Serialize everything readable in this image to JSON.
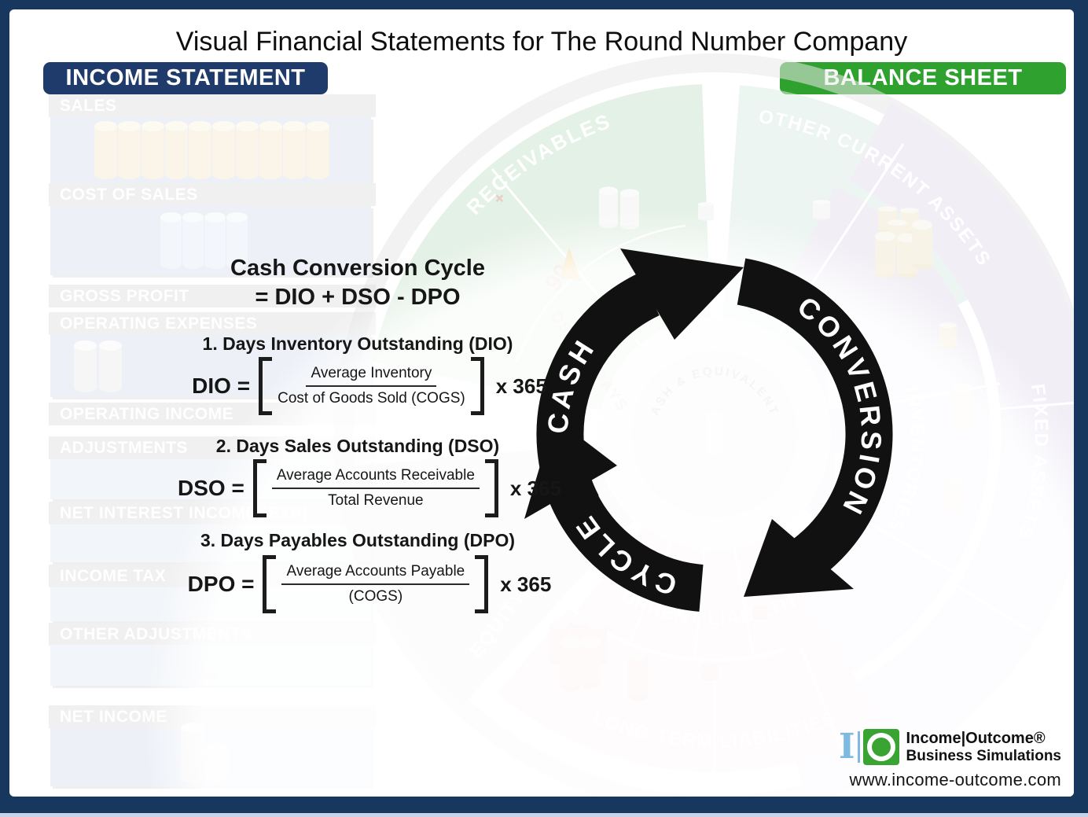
{
  "title": "Visual Financial Statements for The Round Number Company",
  "banners": {
    "income_statement": "INCOME STATEMENT",
    "balance_sheet": "BALANCE SHEET"
  },
  "income_statement": {
    "rows": [
      {
        "label": "SALES",
        "cylinders": 10
      },
      {
        "label": "COST OF SALES",
        "cylinders": 4
      },
      {
        "label": "GROSS PROFIT",
        "cylinders": 0
      },
      {
        "label": "OPERATING EXPENSES",
        "cylinders": 2
      },
      {
        "label": "OPERATING INCOME",
        "cylinders": 0
      },
      {
        "label": "ADJUSTMENTS",
        "cylinders": 0
      },
      {
        "label": "NET INTEREST INCOME (EXP)",
        "cylinders": 0
      },
      {
        "label": "INCOME TAX",
        "cylinders": 0
      },
      {
        "label": "OTHER ADJUSTMENTS",
        "cylinders": 0
      },
      {
        "label": "NET INCOME",
        "cylinders": 2
      }
    ]
  },
  "formulas": {
    "heading_line1": "Cash Conversion Cycle",
    "heading_line2": "= DIO + DSO - DPO",
    "items": [
      {
        "number_title": "1. Days Inventory Outstanding (DIO)",
        "lhs": "DIO =",
        "numerator": "Average Inventory",
        "denominator": "Cost of Goods Sold (COGS)",
        "multiplier": "x 365"
      },
      {
        "number_title": "2. Days Sales Outstanding (DSO)",
        "lhs": "DSO =",
        "numerator": "Average Accounts Receivable",
        "denominator": "Total Revenue",
        "multiplier": "x 365"
      },
      {
        "number_title": "3. Days Payables Outstanding (DPO)",
        "lhs": "DPO =",
        "numerator": "Average Accounts Payable",
        "denominator": "(COGS)",
        "multiplier": "x 365"
      }
    ]
  },
  "cycle_diagram": {
    "arrows": [
      "CASH",
      "CONVERSION",
      "CYCLE"
    ],
    "center_label": "CASH & EQUIVALENTS",
    "segments": [
      {
        "label": "RECEIVABLES"
      },
      {
        "label": "OTHER CURRENT ASSETS"
      },
      {
        "label": "INVENTORIES"
      },
      {
        "label": "FIXED ASSETS"
      },
      {
        "label": "CURRENT LIABILITIES"
      },
      {
        "label": "LONG-TERM LIABILITIES"
      },
      {
        "label": "EQUITY"
      }
    ],
    "gauge": {
      "tick_90": "90",
      "tick_60": "60",
      "note": "DSO 73 DAYS",
      "plus": "+"
    }
  },
  "footer": {
    "brand_line1": "Income|Outcome®",
    "brand_line2": "Business Simulations",
    "website": "www.income-outcome.com"
  },
  "colors": {
    "border_navy": "#17375e",
    "banner_navy": "#1f3b6c",
    "banner_green": "#2fa12f",
    "arrow_black": "#111111"
  }
}
